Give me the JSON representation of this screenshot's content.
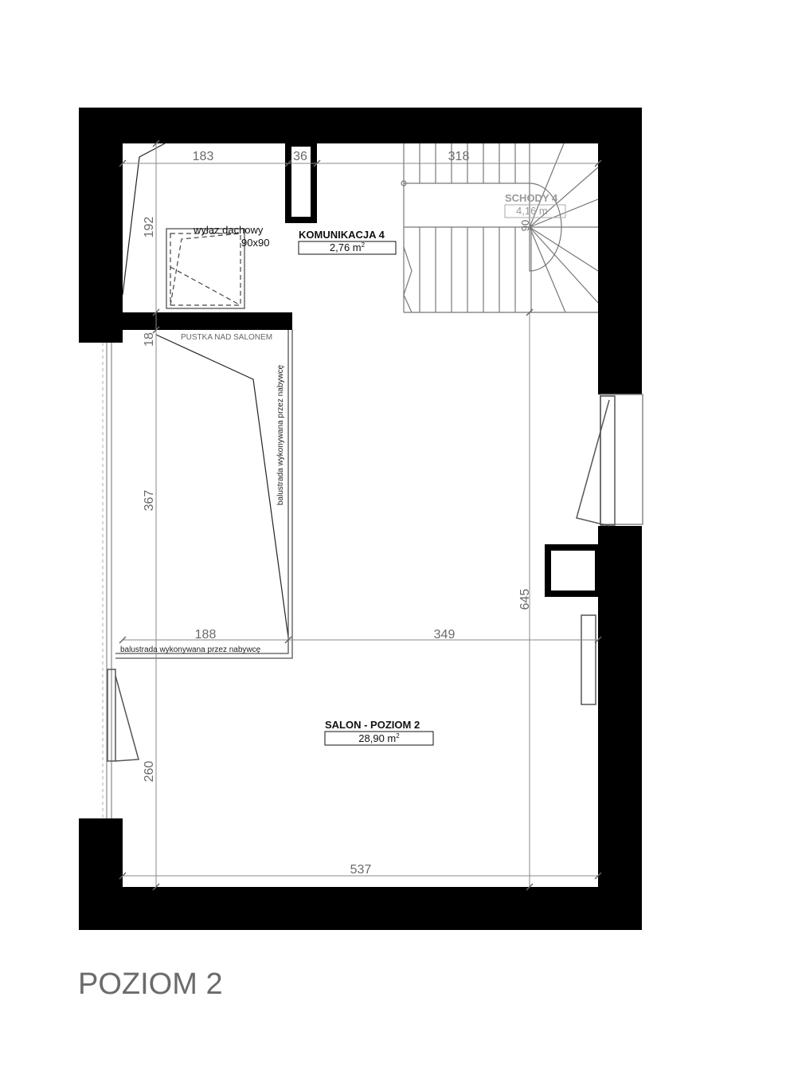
{
  "level_title": "POZIOM 2",
  "rooms": {
    "komunikacja": {
      "name": "KOMUNIKACJA 4",
      "area_num": "2,76 m",
      "area_sup": "2"
    },
    "schody": {
      "name": "SCHODY 4",
      "area": "4,16 m"
    },
    "salon": {
      "name": "SALON - POZIOM 2",
      "area_num": "28,90 m",
      "area_sup": "2"
    }
  },
  "labels": {
    "roof_hatch": "wyłaz dachowy",
    "roof_hatch_size": "90x90",
    "void": "PUSTKA NAD SALONEM",
    "balustrade_vertical": "balustrada wykonywana przez nabywcę",
    "balustrade_horizontal": "balustrada wykonywana przez nabywcę"
  },
  "dimensions": {
    "top_left": "183",
    "top_mid": "36",
    "top_right": "318",
    "left_upper": "192",
    "left_small": "18",
    "left_mid": "367",
    "left_lower": "260",
    "mid_left": "188",
    "mid_right": "349",
    "right_tall": "645",
    "bottom": "537",
    "stair_small": "90"
  },
  "colors": {
    "wall": "#000000",
    "line": "#555555",
    "dim_text": "#6a6a6a",
    "title": "#6b6b6b"
  }
}
